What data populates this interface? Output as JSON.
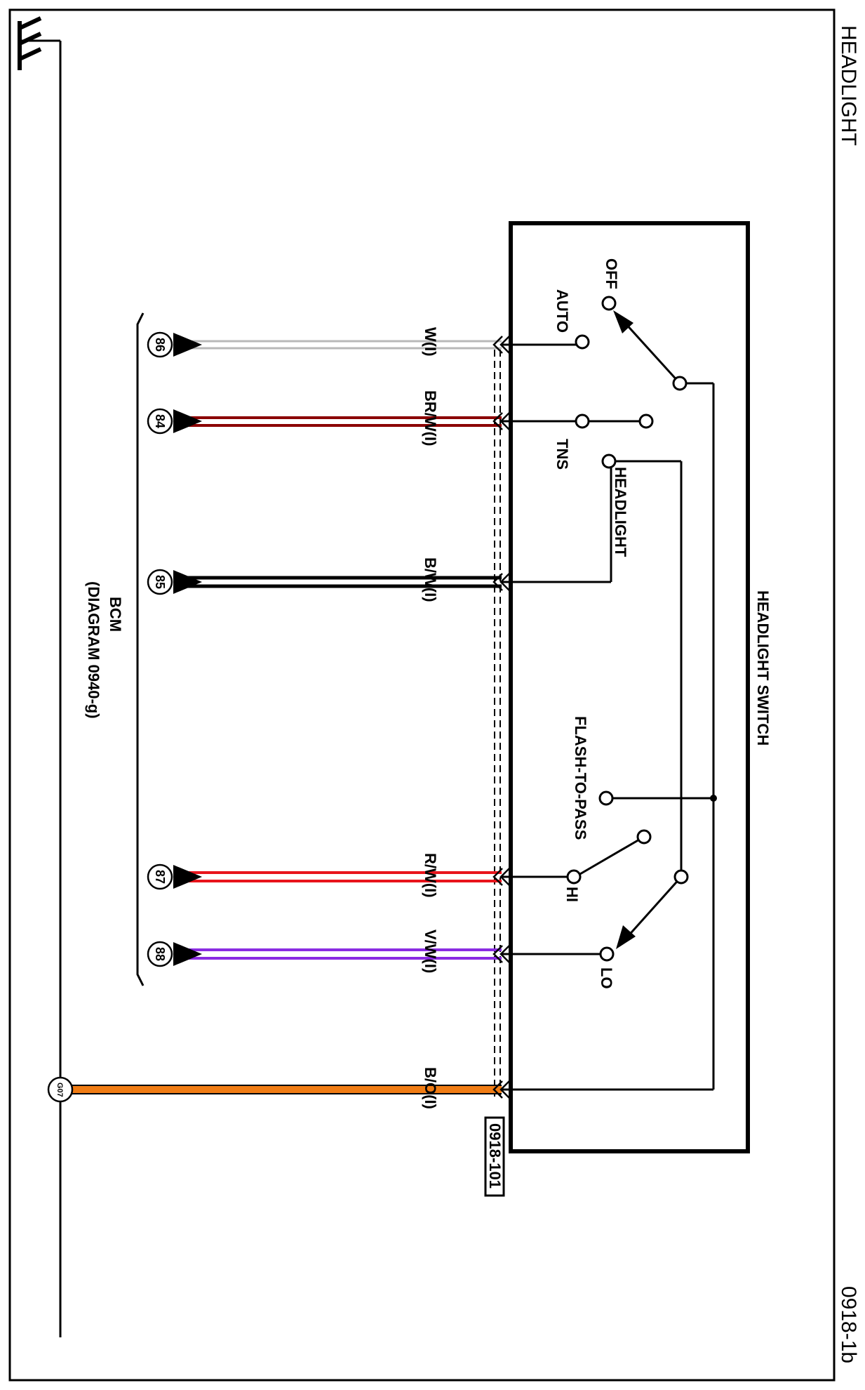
{
  "page": {
    "title": "HEADLIGHT",
    "page_number": "0918-1b"
  },
  "switch": {
    "name": "HEADLIGHT SWITCH",
    "connector": "0918-101",
    "positions": {
      "off": "OFF",
      "auto": "AUTO",
      "tns": "TNS",
      "headlight": "HEADLIGHT",
      "flash_to_pass": "FLASH-TO-PASS",
      "hi": "HI",
      "lo": "LO"
    }
  },
  "bcm": {
    "name": "BCM",
    "reference": "(DIAGRAM 0940-g)"
  },
  "wires": [
    {
      "color_code": "W(I)",
      "pin": "86",
      "colors": [
        "#b8b8b8",
        "#b8b8b8"
      ]
    },
    {
      "color_code": "BR/W(I)",
      "pin": "84",
      "colors": [
        "#8b0000",
        "#8b0000"
      ]
    },
    {
      "color_code": "B/W(I)",
      "pin": "85",
      "colors": [
        "#000000",
        "#000000"
      ]
    },
    {
      "color_code": "R/W(I)",
      "pin": "87",
      "colors": [
        "#e8141c",
        "#e8141c"
      ]
    },
    {
      "color_code": "V/W(I)",
      "pin": "88",
      "colors": [
        "#8a2be2",
        "#8a2be2"
      ]
    }
  ],
  "ground_wire": {
    "color_code": "B/O(I)",
    "ground_id": "G07",
    "color": "#f07c14"
  }
}
